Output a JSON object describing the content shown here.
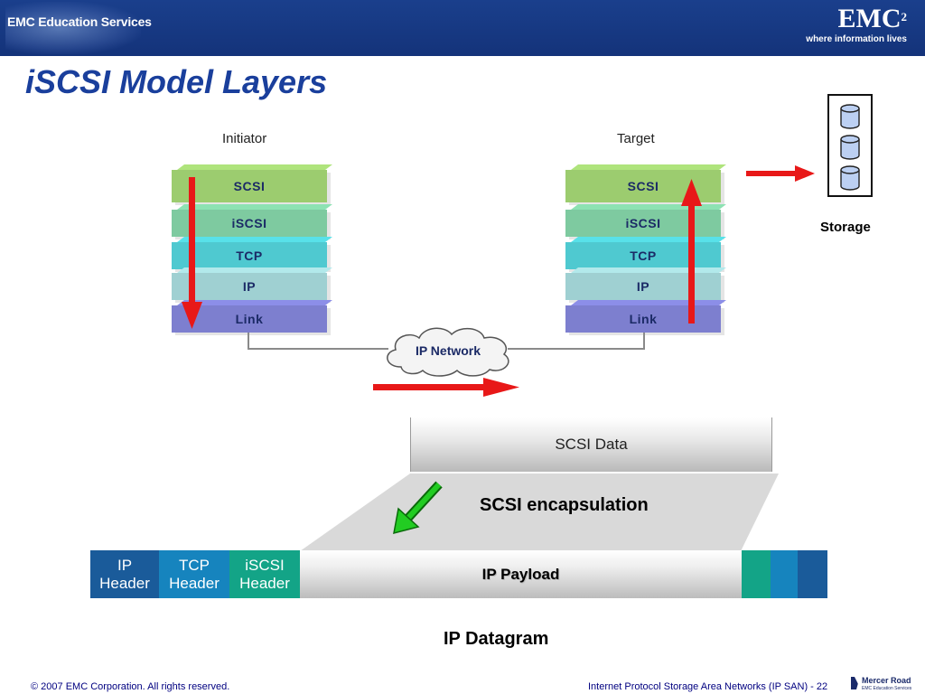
{
  "header": {
    "org_label": "EMC Education Services",
    "logo_mark": "EMC",
    "logo_superscript": "2",
    "logo_tagline": "where information lives"
  },
  "title": "iSCSI Model Layers",
  "initiator": {
    "caption": "Initiator",
    "layers": [
      "SCSI",
      "iSCSI",
      "TCP",
      "IP",
      "Link"
    ]
  },
  "target": {
    "caption": "Target",
    "layers": [
      "SCSI",
      "iSCSI",
      "TCP",
      "IP",
      "Link"
    ]
  },
  "network": {
    "label": "IP Network"
  },
  "storage": {
    "label": "Storage"
  },
  "encapsulation": {
    "data_label": "SCSI Data",
    "caption": "SCSI encapsulation",
    "datagram": {
      "ip": [
        "IP",
        "Header"
      ],
      "tcp": [
        "TCP",
        "Header"
      ],
      "iscsi": [
        "iSCSI",
        "Header"
      ],
      "payload": "IP Payload"
    },
    "datagram_caption": "IP Datagram"
  },
  "footer": {
    "copyright": "© 2007 EMC Corporation. All rights reserved.",
    "course": "Internet Protocol Storage Area Networks (IP SAN)  - 22",
    "partner_name": "Mercer Road",
    "partner_sub": "EMC Education Services"
  },
  "colors": {
    "header_bg": "#14337a",
    "title": "#1a3f9c",
    "arrow_red": "#e81818",
    "arrow_green": "#22cc22",
    "layer_scsi": "#9ccc6f",
    "layer_iscsi": "#7ecaa0",
    "layer_tcp": "#4fc9d0",
    "layer_ip": "#9fd0d2",
    "layer_link": "#7d7fcf"
  }
}
